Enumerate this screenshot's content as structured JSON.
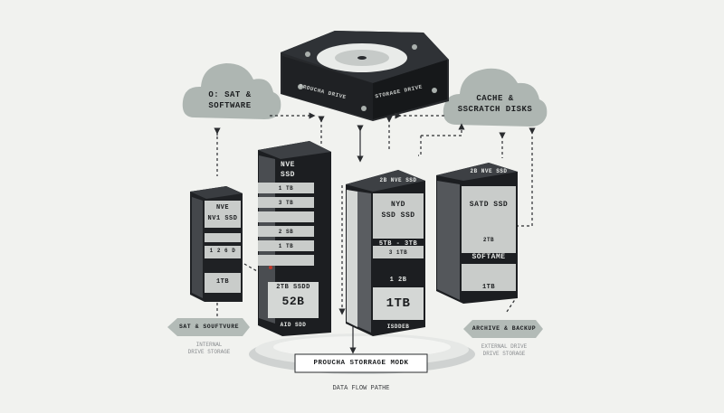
{
  "colors": {
    "background": "#f1f2ef",
    "cloud": "#aeb6b2",
    "drive_dark": "#1f2124",
    "drive_light": "#c9ccca"
  },
  "top_drive": {
    "label_left": "PROUCHA DRIVE",
    "label_right": "STORAGE DRIVE"
  },
  "cloud_left": {
    "line1": "O: SAT &",
    "line2": "SOFTWARE"
  },
  "cloud_right": {
    "line1": "CACHE &",
    "line2": "SSCRATCH DISKS"
  },
  "tower_left_small": {
    "title1": "NVE",
    "title2": "NV1 SSD",
    "sub": "1 2 6 D",
    "cap": "1TB"
  },
  "tower_center_left": {
    "title1": "NVE",
    "title2": "SSD",
    "rows": [
      "1 TB",
      "3 TB",
      "2 SB",
      "1 TB"
    ],
    "cap_label": "2TB SSDD",
    "cap": "52B",
    "foot": "AID SDD"
  },
  "tower_center_right": {
    "top": "2B NVE SSD",
    "title1": "NYD",
    "title2": "SSD SSD",
    "mid": "5TB - 3TB",
    "sub": "3 1TB",
    "sub2": "1 2B",
    "cap": "1TB",
    "foot": "ISDDEB"
  },
  "tower_right": {
    "top": "2B NVE SSD",
    "title1": "SATD SSD",
    "mid": "2TB",
    "title2": "SOFTAME",
    "cap": "1TB"
  },
  "tag_left": {
    "label": "SAT & SOUFTVURE",
    "note1": "INTERNAL",
    "note2": "DRIVE STORAGE"
  },
  "tag_right": {
    "label": "ARCHIVE & BACKUP",
    "note1": "EXTERNAL DRIVE",
    "note2": "DRIVE STORAGE"
  },
  "base": {
    "label": "PROUCHA STORRAGE MODK",
    "caption": "DATA FLOW PATHE"
  }
}
